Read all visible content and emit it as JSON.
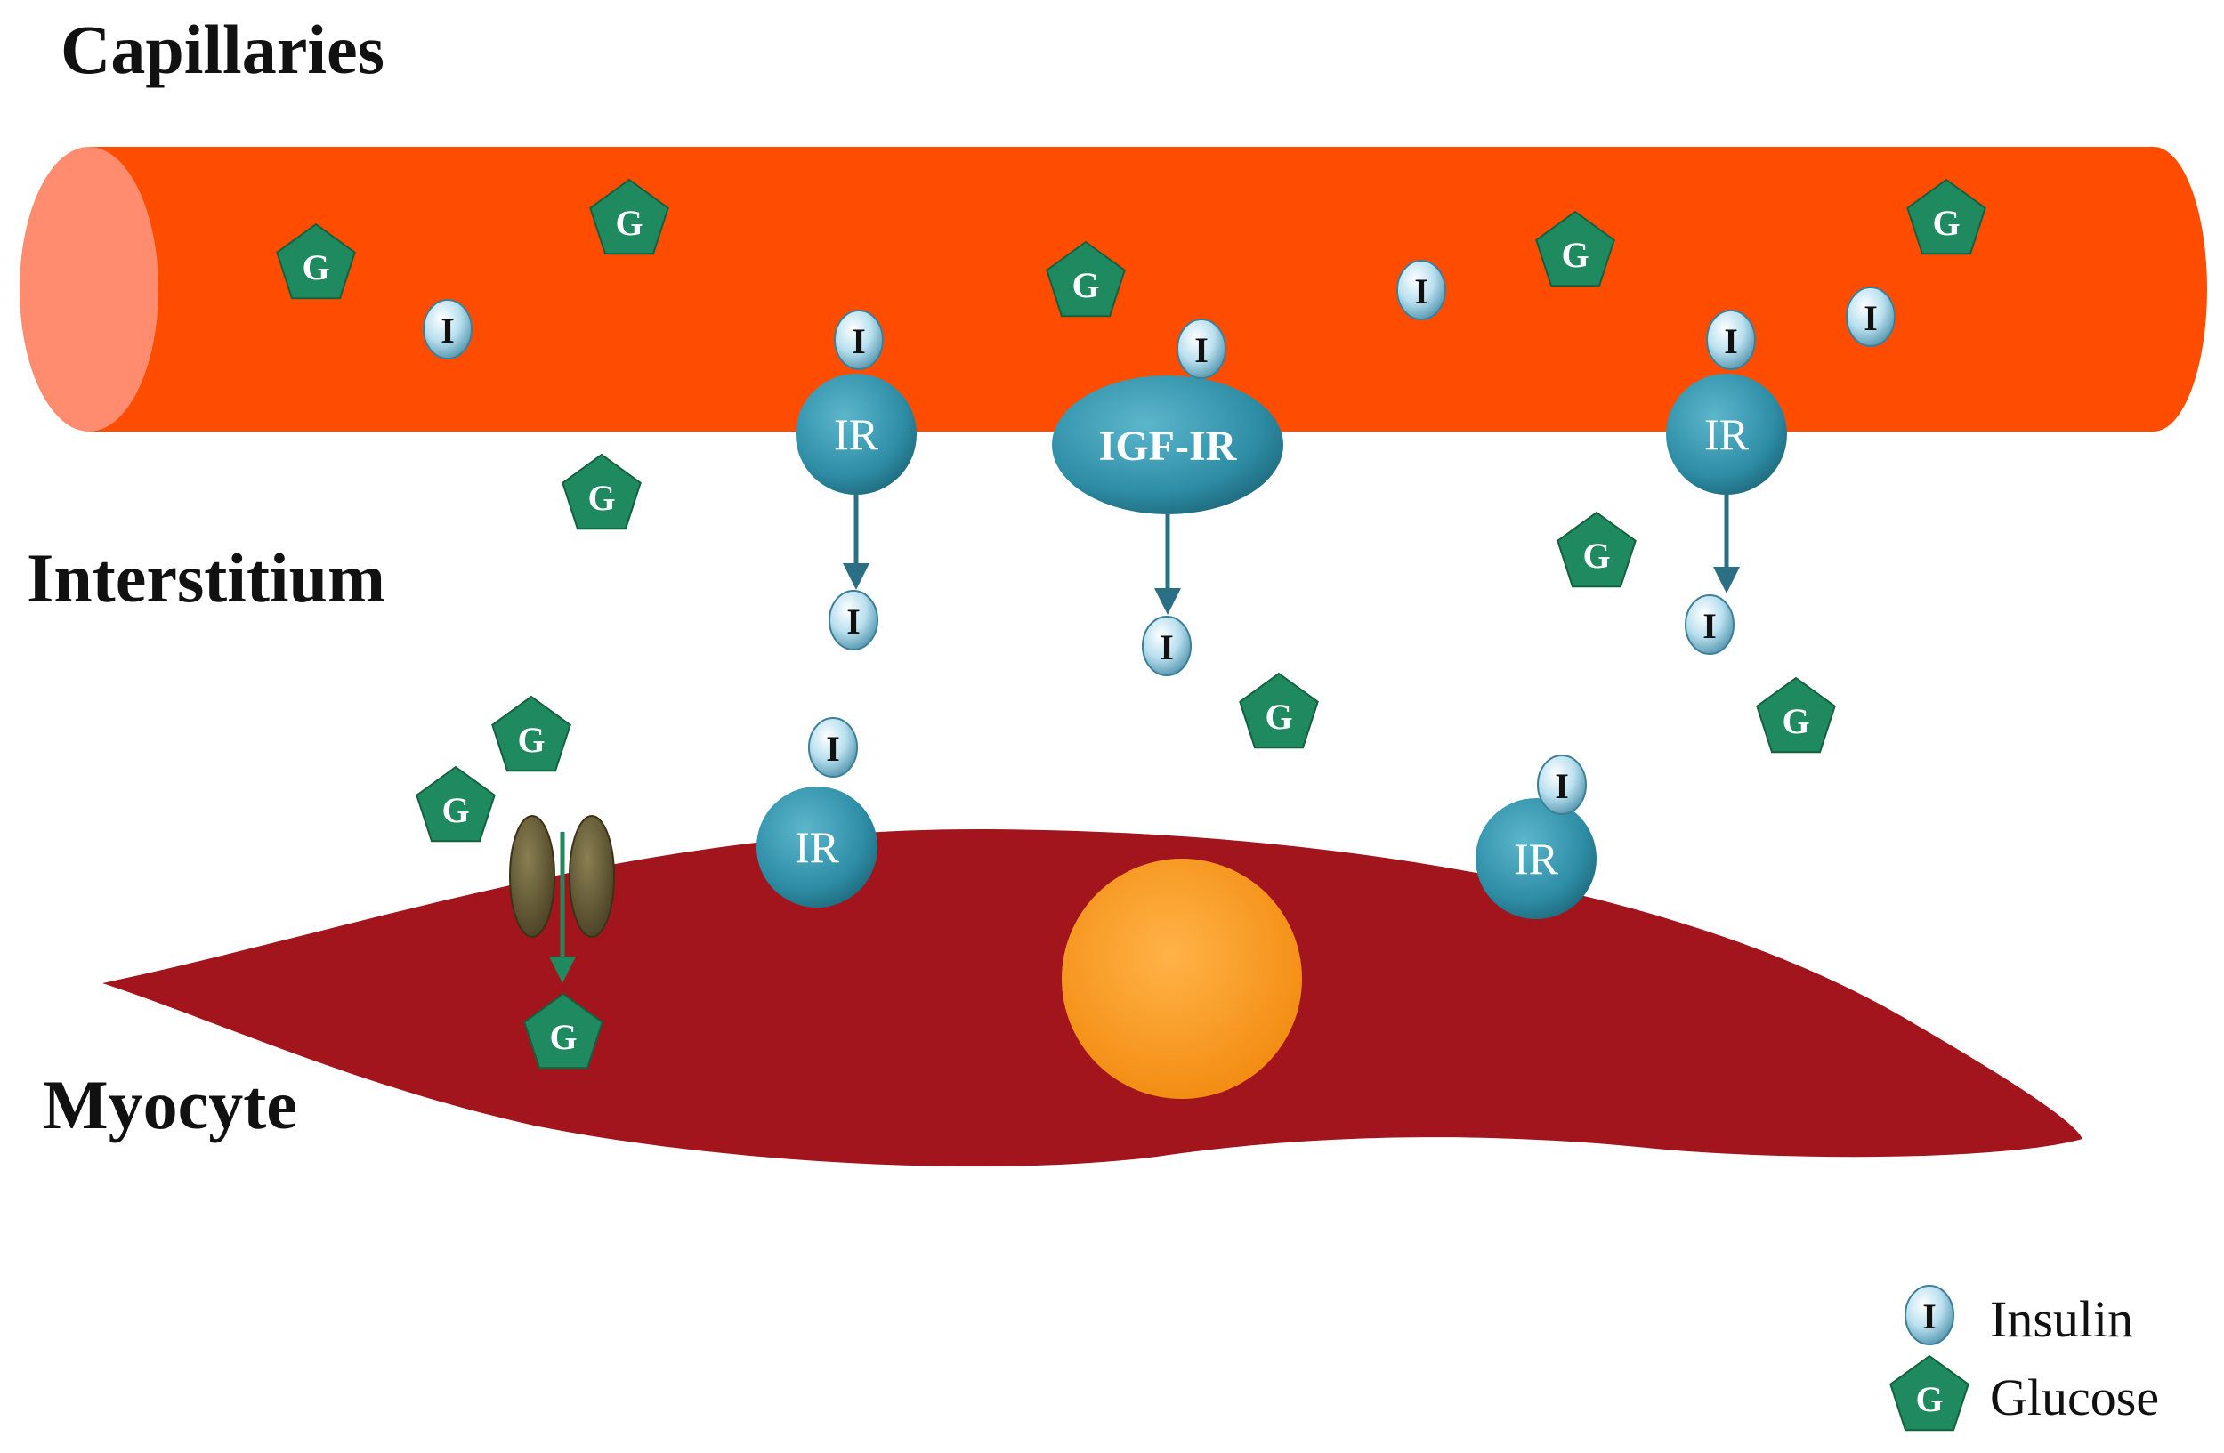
{
  "regions": {
    "capillaries": "Capillaries",
    "interstitium": "Interstitium",
    "myocyte": "Myocyte"
  },
  "molecules": {
    "insulin_letter": "I",
    "glucose_letter": "G"
  },
  "receptors": {
    "ir": "IR",
    "igf_ir": "IGF-IR"
  },
  "legend": {
    "insulin": "Insulin",
    "glucose": "Glucose"
  },
  "colors": {
    "capillary": "#ff4d00",
    "capillary_end": "#ff8c6e",
    "myocyte": "#a3151d",
    "nucleus": "#f7941d",
    "receptor": "#2e8ea6",
    "glucose": "#1f8a5f",
    "insulin": "#b9e0ef",
    "transporter": "#5a5030",
    "arrow": "#2a6f84"
  },
  "icons": {
    "insulin": "insulin-icon",
    "glucose": "glucose-icon",
    "receptor": "receptor-icon",
    "transporter": "glut-transporter-icon"
  }
}
